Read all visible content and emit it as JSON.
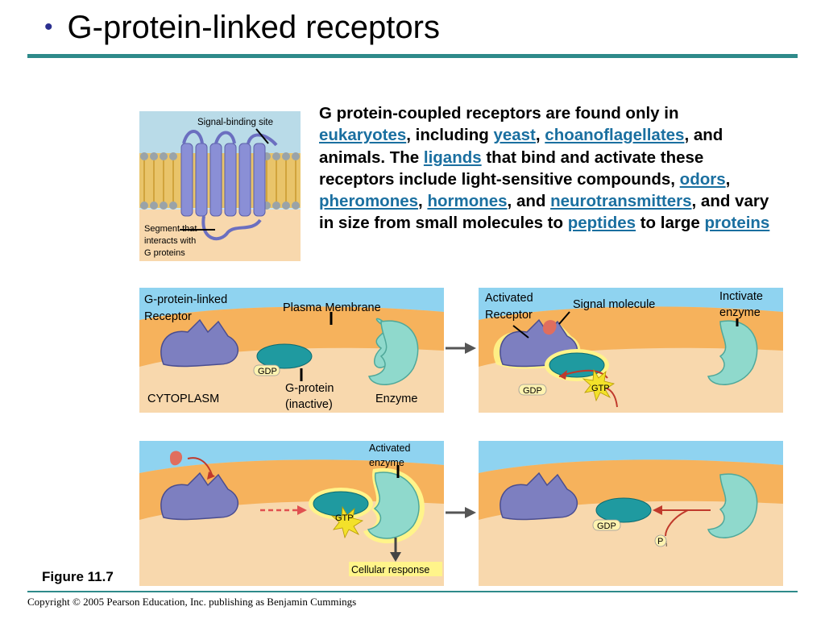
{
  "slide": {
    "bullet": "•",
    "title": "G-protein-linked receptors",
    "figure_label": "Figure 11.7",
    "copyright": "Copyright © 2005 Pearson Education, Inc. publishing as Benjamin Cummings"
  },
  "paragraph": [
    {
      "t": "G protein-coupled receptors are found only in "
    },
    {
      "t": "eukaryotes",
      "link": true
    },
    {
      "t": ", including "
    },
    {
      "t": "yeast",
      "link": true
    },
    {
      "t": ", "
    },
    {
      "t": "choanoflagellates",
      "link": true
    },
    {
      "t": ", and animals. The "
    },
    {
      "t": "ligands",
      "link": true
    },
    {
      "t": " that bind and activate these receptors include light-sensitive compounds, "
    },
    {
      "t": "odors",
      "link": true
    },
    {
      "t": ", "
    },
    {
      "t": "pheromones",
      "link": true
    },
    {
      "t": ", "
    },
    {
      "t": "hormones",
      "link": true
    },
    {
      "t": ", and "
    },
    {
      "t": "neurotransmitters",
      "link": true
    },
    {
      "t": ", and vary in size from small molecules to "
    },
    {
      "t": "peptides",
      "link": true
    },
    {
      "t": " to large "
    },
    {
      "t": "proteins",
      "link": true
    }
  ],
  "structure_panel": {
    "signal_binding_site": "Signal-binding site",
    "segment_line1": "Segment that",
    "segment_line2": "interacts with",
    "segment_line3": "G proteins"
  },
  "panel1": {
    "receptor_line1": "G-protein-linked",
    "receptor_line2": "Receptor",
    "plasma_membrane": "Plasma Membrane",
    "gdp": "GDP",
    "gprotein_line1": "G-protein",
    "gprotein_line2": "(inactive)",
    "cytoplasm": "CYTOPLASM",
    "enzyme": "Enzyme"
  },
  "panel2": {
    "activated_line1": "Activated",
    "activated_line2": "Receptor",
    "signal_molecule": "Signal molecule",
    "inactive_line1": "Inctivate",
    "inactive_line2": "enzyme",
    "gdp": "GDP",
    "gtp": "GTP"
  },
  "panel3": {
    "activated_enzyme_line1": "Activated",
    "activated_enzyme_line2": "enzyme",
    "gtp": "GTP",
    "cellular_response": "Cellular response"
  },
  "panel4": {
    "gdp": "GDP",
    "pi_p": "P",
    "pi_sub": "i"
  },
  "colors": {
    "extracellular": "#8fd3f0",
    "membrane": "#f6b25c",
    "cytoplasm": "#f8d8ad",
    "receptor": "#7d7fc0",
    "gprotein": "#1f9aa0",
    "enzyme": "#8fd9cc",
    "title_rule": "#2e8a8a",
    "link": "#1a6fa0"
  }
}
